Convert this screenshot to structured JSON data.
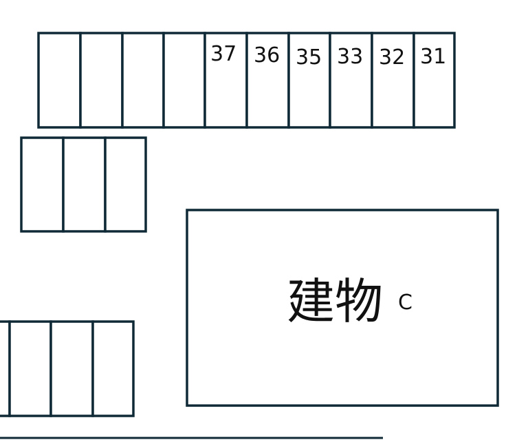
{
  "parking": {
    "top_row_numbers": [
      "",
      "",
      "",
      "",
      "37",
      "36",
      "35",
      "33",
      "32",
      "31"
    ],
    "middle_row_numbers": [
      "",
      "",
      ""
    ],
    "bottom_row_numbers": [
      "",
      "",
      "",
      ""
    ]
  },
  "building": {
    "name": "建物",
    "letter": "C"
  },
  "colors": {
    "line": "#0f2a36",
    "text": "#111111",
    "background": "#ffffff"
  }
}
